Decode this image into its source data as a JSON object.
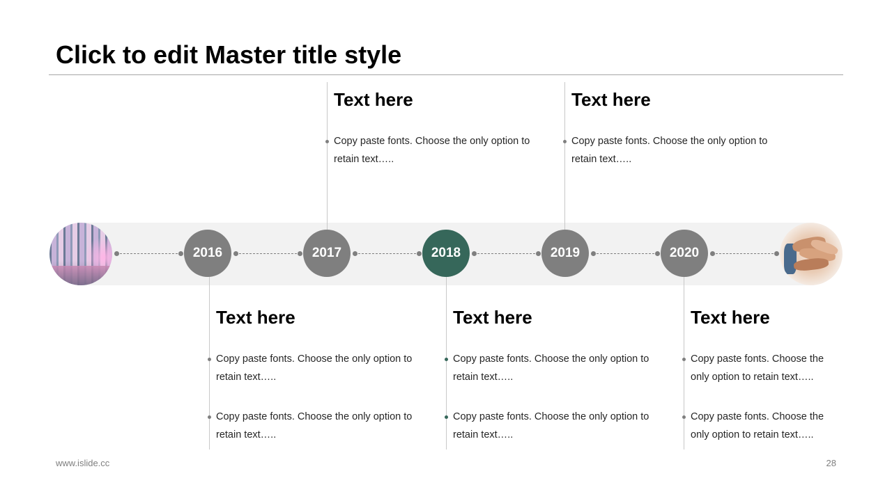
{
  "slide": {
    "title": "Click to edit Master title style",
    "footer": "www.islide.cc",
    "page_number": "28"
  },
  "timeline": {
    "years": [
      "2016",
      "2017",
      "2018",
      "2019",
      "2020"
    ],
    "highlight_year": "2018",
    "colors": {
      "node": "#7f7f7f",
      "highlight": "#36675a",
      "band": "#f2f2f2"
    },
    "images": [
      "office-interior-photo",
      "stacked-hands-photo"
    ]
  },
  "cards": {
    "c2017": {
      "title": "Text here",
      "bullets": [
        "Copy paste fonts. Choose the only option to retain text….."
      ]
    },
    "c2019": {
      "title": "Text here",
      "bullets": [
        "Copy paste fonts. Choose the only option to retain text….."
      ]
    },
    "c2016": {
      "title": "Text here",
      "bullets": [
        "Copy paste fonts. Choose the only option to retain text…..",
        "Copy paste fonts. Choose the only option to retain text….."
      ]
    },
    "c2018": {
      "title": "Text here",
      "bullets": [
        "Copy paste fonts. Choose the only option to retain text…..",
        "Copy paste fonts. Choose the only option to retain text….."
      ]
    },
    "c2020": {
      "title": "Text here",
      "bullets": [
        "Copy paste fonts. Choose the only option to retain text…..",
        "Copy paste fonts. Choose the only option to retain text….."
      ]
    }
  }
}
